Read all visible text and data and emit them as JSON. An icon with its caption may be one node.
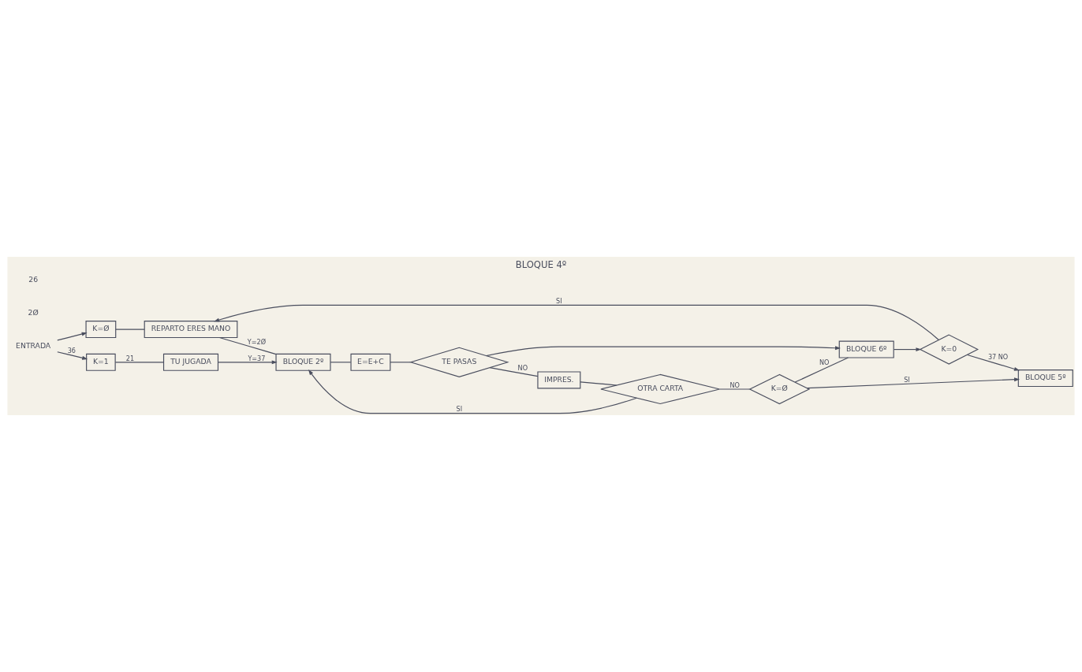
{
  "diagram": {
    "title": "BLOQUE 4º",
    "nodes": [
      {
        "text": [
          "ENTRADA"
        ]
      },
      {
        "text": [
          "K=Ø"
        ]
      },
      {
        "text": [
          "K=1"
        ]
      },
      {
        "text": [
          "REPARTO ERES MANO"
        ]
      },
      {
        "text": [
          "TU JUGADA"
        ]
      },
      {
        "text": [
          "BLOQUE 2º"
        ]
      },
      {
        "text": [
          "E=E+C"
        ]
      },
      {
        "text": [
          "TE PASAS"
        ]
      },
      {
        "text": [
          "IMPRES."
        ]
      },
      {
        "text": [
          "OTRA CARTA"
        ]
      },
      {
        "text": [
          "K=Ø"
        ]
      },
      {
        "text": [
          "BLOQUE 6º"
        ]
      },
      {
        "text": [
          "K=0"
        ]
      },
      {
        "text": [
          "BLOQUE 5º"
        ]
      }
    ],
    "edges": [
      {
        "from": 0,
        "to": 1,
        "arrow": "to"
      },
      {
        "from": 0,
        "to": 2,
        "arrow": "to",
        "label": "36"
      },
      {
        "from": 1,
        "to": 3,
        "arrow": "none"
      },
      {
        "from": 2,
        "to": 4,
        "arrow": "none",
        "label": "21"
      },
      {
        "from": 3,
        "to": 5,
        "arrow": "none",
        "label": "Y=2Ø"
      },
      {
        "from": 4,
        "to": 5,
        "arrow": "to",
        "label": "Y=37"
      },
      {
        "from": 5,
        "to": 6,
        "arrow": "none"
      },
      {
        "from": 6,
        "to": 7,
        "arrow": "none"
      },
      {
        "from": 7,
        "to": 8,
        "arrow": "none",
        "label": "NO"
      },
      {
        "from": 7,
        "to": 11,
        "arrow": "to"
      },
      {
        "from": 8,
        "to": 9,
        "arrow": "none"
      },
      {
        "from": 9,
        "to": 5,
        "arrow": "to",
        "label": "SI"
      },
      {
        "from": 9,
        "to": 10,
        "arrow": "none",
        "label": "NO"
      },
      {
        "from": 10,
        "to": 13,
        "arrow": "to",
        "label": "SI"
      },
      {
        "from": 10,
        "to": 11,
        "arrow": "none",
        "label": "NO"
      },
      {
        "from": 11,
        "to": 12,
        "arrow": "to"
      },
      {
        "from": 12,
        "to": 13,
        "arrow": "to",
        "label": "37 NO"
      },
      {
        "from": 12,
        "to": 3,
        "arrow": "to",
        "label": "SI"
      }
    ],
    "labels": [
      "2Ø",
      "26"
    ]
  }
}
